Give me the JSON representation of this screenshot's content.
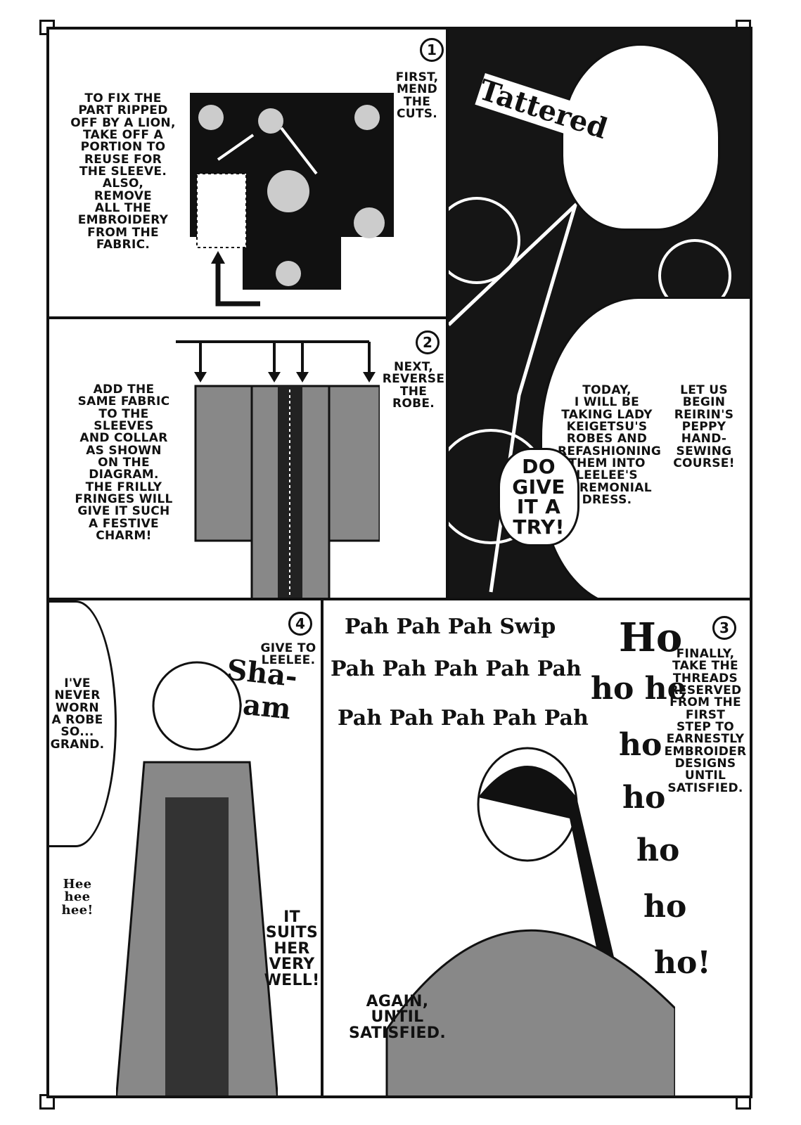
{
  "panel1": {
    "number": "1",
    "caption_left": "TO FIX THE\nPART RIPPED\nOFF BY A LION,\nTAKE OFF A\nPORTION TO\nREUSE FOR\nTHE SLEEVE.\nALSO,\nREMOVE\nALL THE\nEMBROIDERY\nFROM THE\nFABRIC.",
    "caption_right": "FIRST,\nMEND\nTHE\nCUTS."
  },
  "panel2": {
    "number": "2",
    "caption_left": "ADD THE\nSAME FABRIC\nTO THE\nSLEEVES\nAND COLLAR\nAS SHOWN\nON THE\nDIAGRAM.\nTHE FRILLY\nFRINGES WILL\nGIVE IT SUCH\nA FESTIVE\nCHARM!",
    "caption_right": "NEXT,\nREVERSE\nTHE\nROBE."
  },
  "panel_big": {
    "sfx_tattered": "Tattered",
    "caption_a": "TODAY,\nI WILL BE\nTAKING LADY\nKEIGETSU'S\nROBES AND\nREFASHIONING\nTHEM INTO\nLEELEE'S\nCEREMONIAL\nDRESS.",
    "caption_b": "LET US\nBEGIN\nREIRIN'S\nPEPPY\nHAND-\nSEWING\nCOURSE!",
    "shout": "DO\nGIVE\nIT A\nTRY!"
  },
  "panel4": {
    "number": "4",
    "caption_right": "GIVE TO\nLEELEE.",
    "bubble": "I'VE\nNEVER\nWORN\nA ROBE\nSO...\nGRAND.",
    "sfx_shabam": "Sha-\nbam",
    "side_laugh": "Hee\nhee\nhee!",
    "comment": "IT\nSUITS\nHER\nVERY\nWELL!"
  },
  "panel3": {
    "number": "3",
    "caption": "FINALLY,\nTAKE THE\nTHREADS\nRESERVED\nFROM THE\nFIRST\nSTEP TO\nEARNESTLY\nEMBROIDER\nDESIGNS\nUNTIL\nSATISFIED.",
    "sfx_pah_row1": "Pah Pah Pah Swip",
    "sfx_pah_row2": "Pah Pah Pah Pah Pah",
    "sfx_pah_row3": "Pah Pah Pah Pah Pah",
    "laugh_ho": "Ho",
    "laugh_ho_he": "ho he",
    "laugh_col": [
      "ho",
      "ho",
      "ho",
      "ho",
      "ho!"
    ],
    "caption_bottom": "AGAIN,\nUNTIL\nSATISFIED."
  }
}
